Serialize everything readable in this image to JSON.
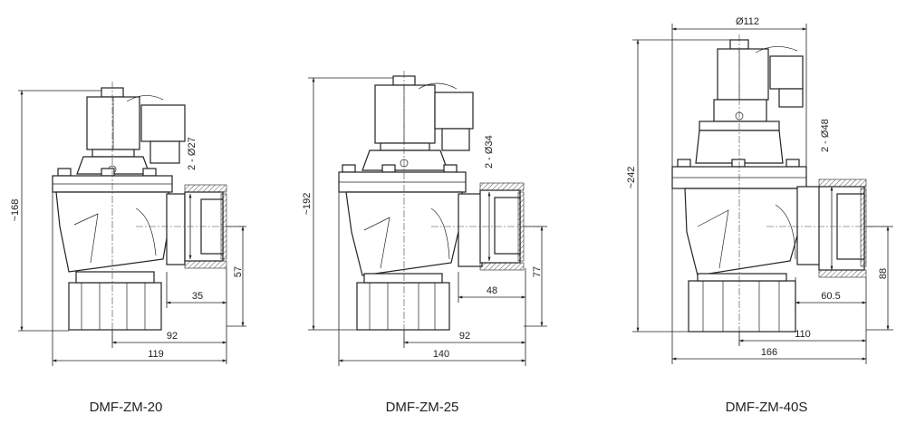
{
  "valves": [
    {
      "model": "DMF-ZM-20",
      "dims": {
        "height": "~168",
        "port": "2 - Ø27",
        "outlet_height": "57",
        "offset": "35",
        "inlet_to_center": "92",
        "width": "119"
      }
    },
    {
      "model": "DMF-ZM-25",
      "dims": {
        "height": "~192",
        "port": "2 - Ø34",
        "outlet_height": "77",
        "offset": "48",
        "inlet_to_center": "92",
        "width": "140"
      }
    },
    {
      "model": "DMF-ZM-40S",
      "dims": {
        "top_diameter": "Ø112",
        "height": "~242",
        "port": "2 - Ø48",
        "outlet_height": "88",
        "offset": "60.5",
        "inlet_to_center": "110",
        "width": "166"
      }
    }
  ]
}
